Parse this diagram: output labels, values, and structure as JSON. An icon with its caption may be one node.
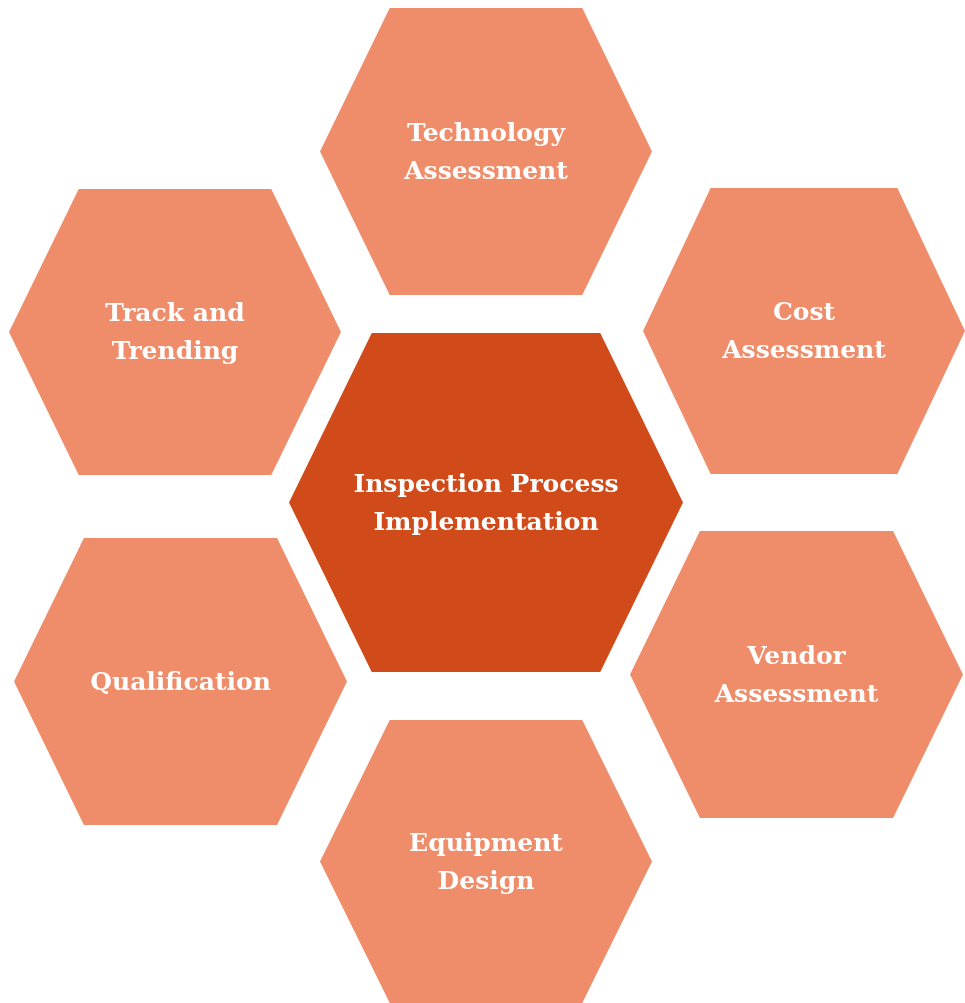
{
  "diagram": {
    "nodes": [
      {
        "text": [
          "Technology Assessment"
        ]
      },
      {
        "text": [
          "Track and Trending"
        ]
      },
      {
        "text": [
          "Cost Assessment"
        ]
      },
      {
        "text": [
          "Inspection Process Implementation"
        ]
      },
      {
        "text": [
          "Qualification"
        ]
      },
      {
        "text": [
          "Vendor Assessment"
        ]
      },
      {
        "text": [
          "Equipment Design"
        ]
      }
    ]
  }
}
